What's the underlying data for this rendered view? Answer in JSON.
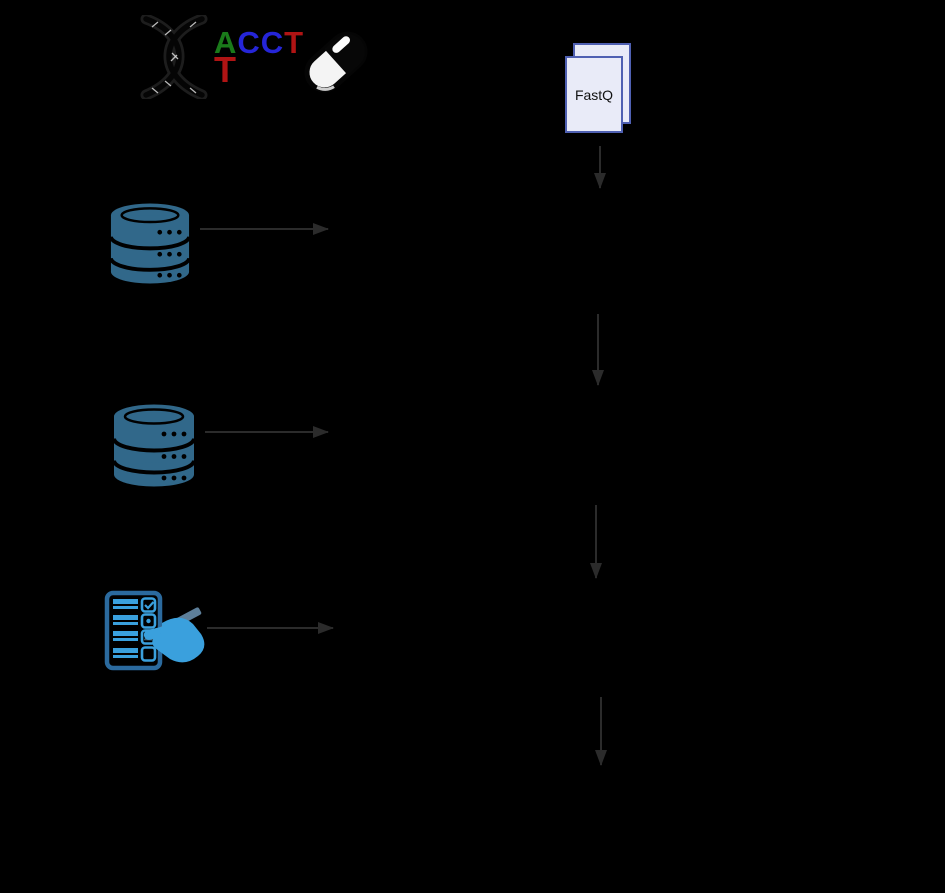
{
  "logo": {
    "dna_icon": "dna-helix-icon",
    "pill_icon": "pill-icon",
    "letters_top": [
      {
        "char": "A",
        "color": "#1a7a1a"
      },
      {
        "char": "C",
        "color": "#2525d8"
      },
      {
        "char": "C",
        "color": "#2525d8"
      },
      {
        "char": "T",
        "color": "#b01414"
      }
    ],
    "letter_bottom": {
      "char": "T",
      "color": "#b01414"
    }
  },
  "pipeline": {
    "input_file": {
      "label": "FastQ"
    },
    "source_icons": [
      "database-icon",
      "database-icon",
      "checklist-icon"
    ],
    "arrows": {
      "vertical_count": 4,
      "horizontal_count": 3
    }
  },
  "colors": {
    "bg": "#000000",
    "arrow": "#2b2b2b",
    "helix": "#1d1d1d",
    "db": "#31688a",
    "cl-border": "#2b6a9e",
    "cl-accent": "#3aa0dd",
    "pen": "#5d7f9a",
    "pen-nib": "#3c5e75",
    "doc-fill": "#e9ebf8",
    "doc-border": "#4f60b2"
  }
}
